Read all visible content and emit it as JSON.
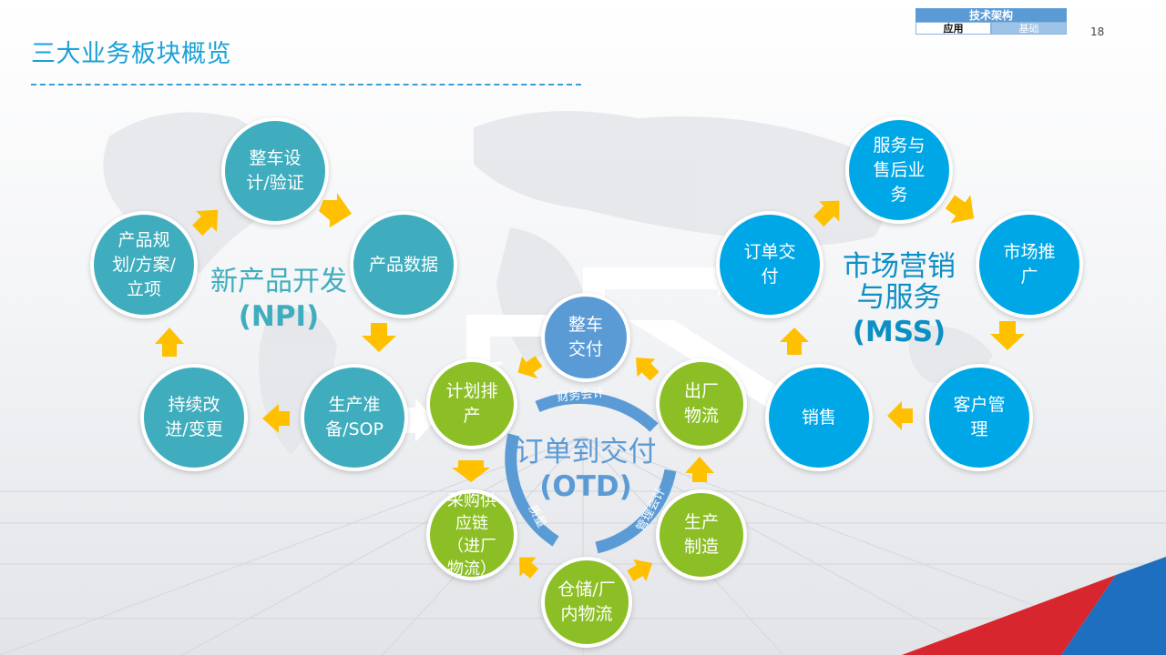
{
  "slide": {
    "title": "三大业务板块概览",
    "page_number": "18",
    "tab": {
      "header": "技术架构",
      "app": "应用",
      "base": "基础"
    }
  },
  "npi": {
    "label": "新产品开发",
    "abbr": "(NPI)",
    "nodes": {
      "design": "整车设计/验证",
      "data": "产品数据",
      "prep": "生产准备/SOP",
      "improve": "持续改进/变更",
      "plan": "产品规划/方案/立项"
    }
  },
  "otd": {
    "label": "订单到交付",
    "abbr": "(OTD)",
    "nodes": {
      "vehicle": "整车交付",
      "outbound": "出厂物流",
      "production": "生产制造",
      "warehouse": "仓储/厂内物流",
      "supply": "采购供应链（进厂物流）",
      "schedule": "计划排产"
    },
    "ring_labels": {
      "finance": "财务会计",
      "quality": "质量",
      "mgmt": "管理会计"
    }
  },
  "mss": {
    "label": "市场营销与服务",
    "abbr": "(MSS)",
    "nodes": {
      "aftersales": "服务与售后业务",
      "promotion": "市场推广",
      "customer": "客户管理",
      "sales": "销售",
      "order": "订单交付"
    }
  },
  "colors": {
    "npi": "#3fadbd",
    "mss": "#00a7e6",
    "otd_green": "#8cbf26",
    "otd_blue": "#5b9bd5",
    "arrow": "#ffc000",
    "title": "#1ba1d8"
  }
}
